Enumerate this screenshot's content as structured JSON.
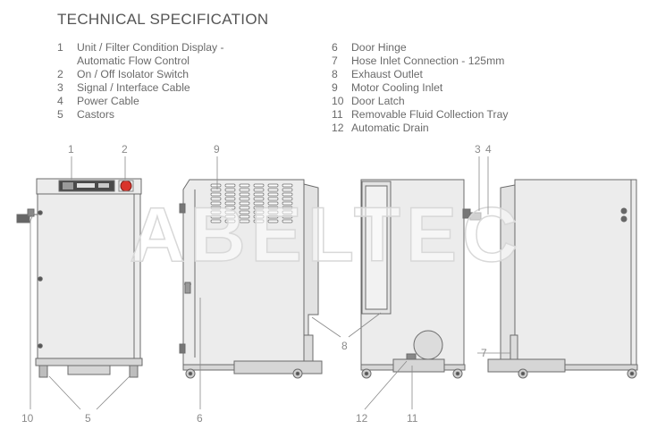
{
  "title": "TECHNICAL SPECIFICATION",
  "specs_left": [
    {
      "num": "1",
      "text": "Unit / Filter Condition Display -\nAutomatic Flow Control"
    },
    {
      "num": "2",
      "text": "On / Off Isolator Switch"
    },
    {
      "num": "3",
      "text": "Signal / Interface Cable"
    },
    {
      "num": "4",
      "text": "Power Cable"
    },
    {
      "num": "5",
      "text": "Castors"
    }
  ],
  "specs_right": [
    {
      "num": "6",
      "text": "Door Hinge"
    },
    {
      "num": "7",
      "text": "Hose Inlet Connection - 125mm"
    },
    {
      "num": "8",
      "text": "Exhaust Outlet"
    },
    {
      "num": "9",
      "text": "Motor Cooling Inlet"
    },
    {
      "num": "10",
      "text": "Door Latch"
    },
    {
      "num": "11",
      "text": "Removable Fluid Collection Tray"
    },
    {
      "num": "12",
      "text": "Automatic Drain"
    }
  ],
  "callouts": {
    "c1": "1",
    "c2": "2",
    "c3": "3",
    "c4": "4",
    "c5": "5",
    "c6": "6",
    "c7": "7",
    "c8": "8",
    "c9": "9",
    "c10": "10",
    "c11": "11",
    "c12": "12"
  },
  "watermark": "ABELTEC",
  "colors": {
    "line": "#6b6b6b",
    "body_fill": "#ececec",
    "tray_fill": "#d6d6d6",
    "callout": "#8a8a8a",
    "switch_red": "#d9342b"
  }
}
